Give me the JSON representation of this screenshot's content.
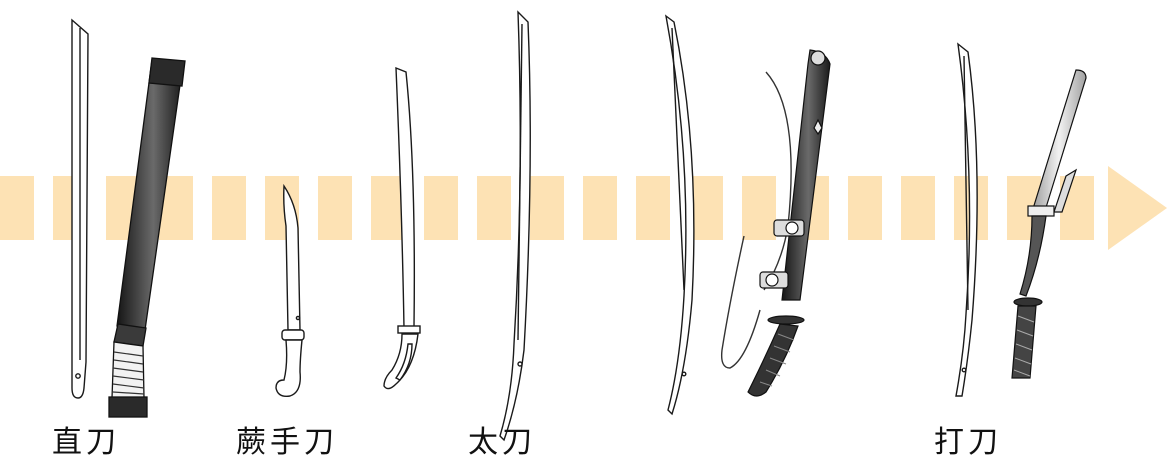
{
  "labels": {
    "chokuto": "直刀",
    "warabitetou": "蕨手刀",
    "tachi": "太刀",
    "uchigatana": "打刀"
  },
  "colors": {
    "arrow": "#fde2b4",
    "outline": "#1a1a1a",
    "scabbard_dark": "#2b2b2b",
    "scabbard_light": "#e6e6e6"
  }
}
